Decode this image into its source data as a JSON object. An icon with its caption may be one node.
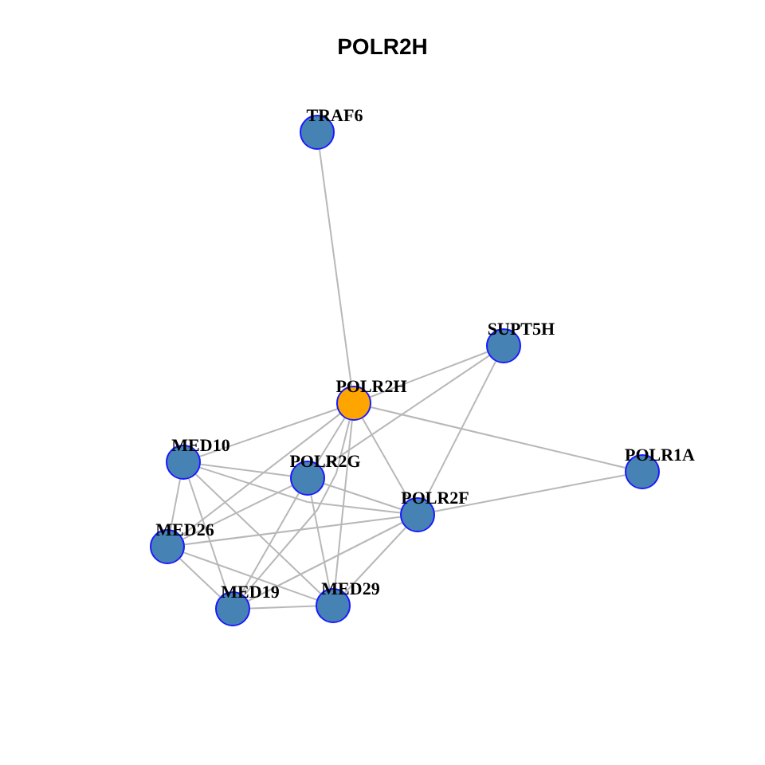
{
  "diagram": {
    "title": "POLR2H",
    "nodes": [
      {
        "text": [
          "TRAF6"
        ]
      },
      {
        "text": [
          "SUPT5H"
        ]
      },
      {
        "text": [
          "POLR2H"
        ]
      },
      {
        "text": [
          "MED10"
        ]
      },
      {
        "text": [
          "POLR1A"
        ]
      },
      {
        "text": [
          "POLR2G"
        ]
      },
      {
        "text": [
          "POLR2F"
        ]
      },
      {
        "text": [
          "MED26"
        ]
      },
      {
        "text": [
          "MED29"
        ]
      },
      {
        "text": [
          "MED19"
        ]
      }
    ],
    "edges": [
      {
        "from": 0,
        "to": 2,
        "arrow": "none"
      },
      {
        "from": 1,
        "to": 2,
        "arrow": "none"
      },
      {
        "from": 1,
        "to": 5,
        "arrow": "none"
      },
      {
        "from": 1,
        "to": 6,
        "arrow": "none"
      },
      {
        "from": 2,
        "to": 4,
        "arrow": "none"
      },
      {
        "from": 2,
        "to": 3,
        "arrow": "none"
      },
      {
        "from": 2,
        "to": 5,
        "arrow": "none"
      },
      {
        "from": 2,
        "to": 6,
        "arrow": "none"
      },
      {
        "from": 2,
        "to": 7,
        "arrow": "none"
      },
      {
        "from": 2,
        "to": 9,
        "arrow": "none"
      },
      {
        "from": 2,
        "to": 8,
        "arrow": "none"
      },
      {
        "from": 4,
        "to": 6,
        "arrow": "none"
      },
      {
        "from": 3,
        "to": 5,
        "arrow": "none"
      },
      {
        "from": 3,
        "to": 6,
        "arrow": "none"
      },
      {
        "from": 3,
        "to": 7,
        "arrow": "none"
      },
      {
        "from": 3,
        "to": 9,
        "arrow": "none"
      },
      {
        "from": 3,
        "to": 8,
        "arrow": "none"
      },
      {
        "from": 5,
        "to": 6,
        "arrow": "none"
      },
      {
        "from": 5,
        "to": 7,
        "arrow": "none"
      },
      {
        "from": 5,
        "to": 9,
        "arrow": "none"
      },
      {
        "from": 5,
        "to": 8,
        "arrow": "none"
      },
      {
        "from": 6,
        "to": 7,
        "arrow": "none"
      },
      {
        "from": 6,
        "to": 9,
        "arrow": "none"
      },
      {
        "from": 6,
        "to": 8,
        "arrow": "none"
      },
      {
        "from": 7,
        "to": 9,
        "arrow": "none"
      },
      {
        "from": 7,
        "to": 8,
        "arrow": "none"
      },
      {
        "from": 9,
        "to": 8,
        "arrow": "none"
      }
    ]
  }
}
